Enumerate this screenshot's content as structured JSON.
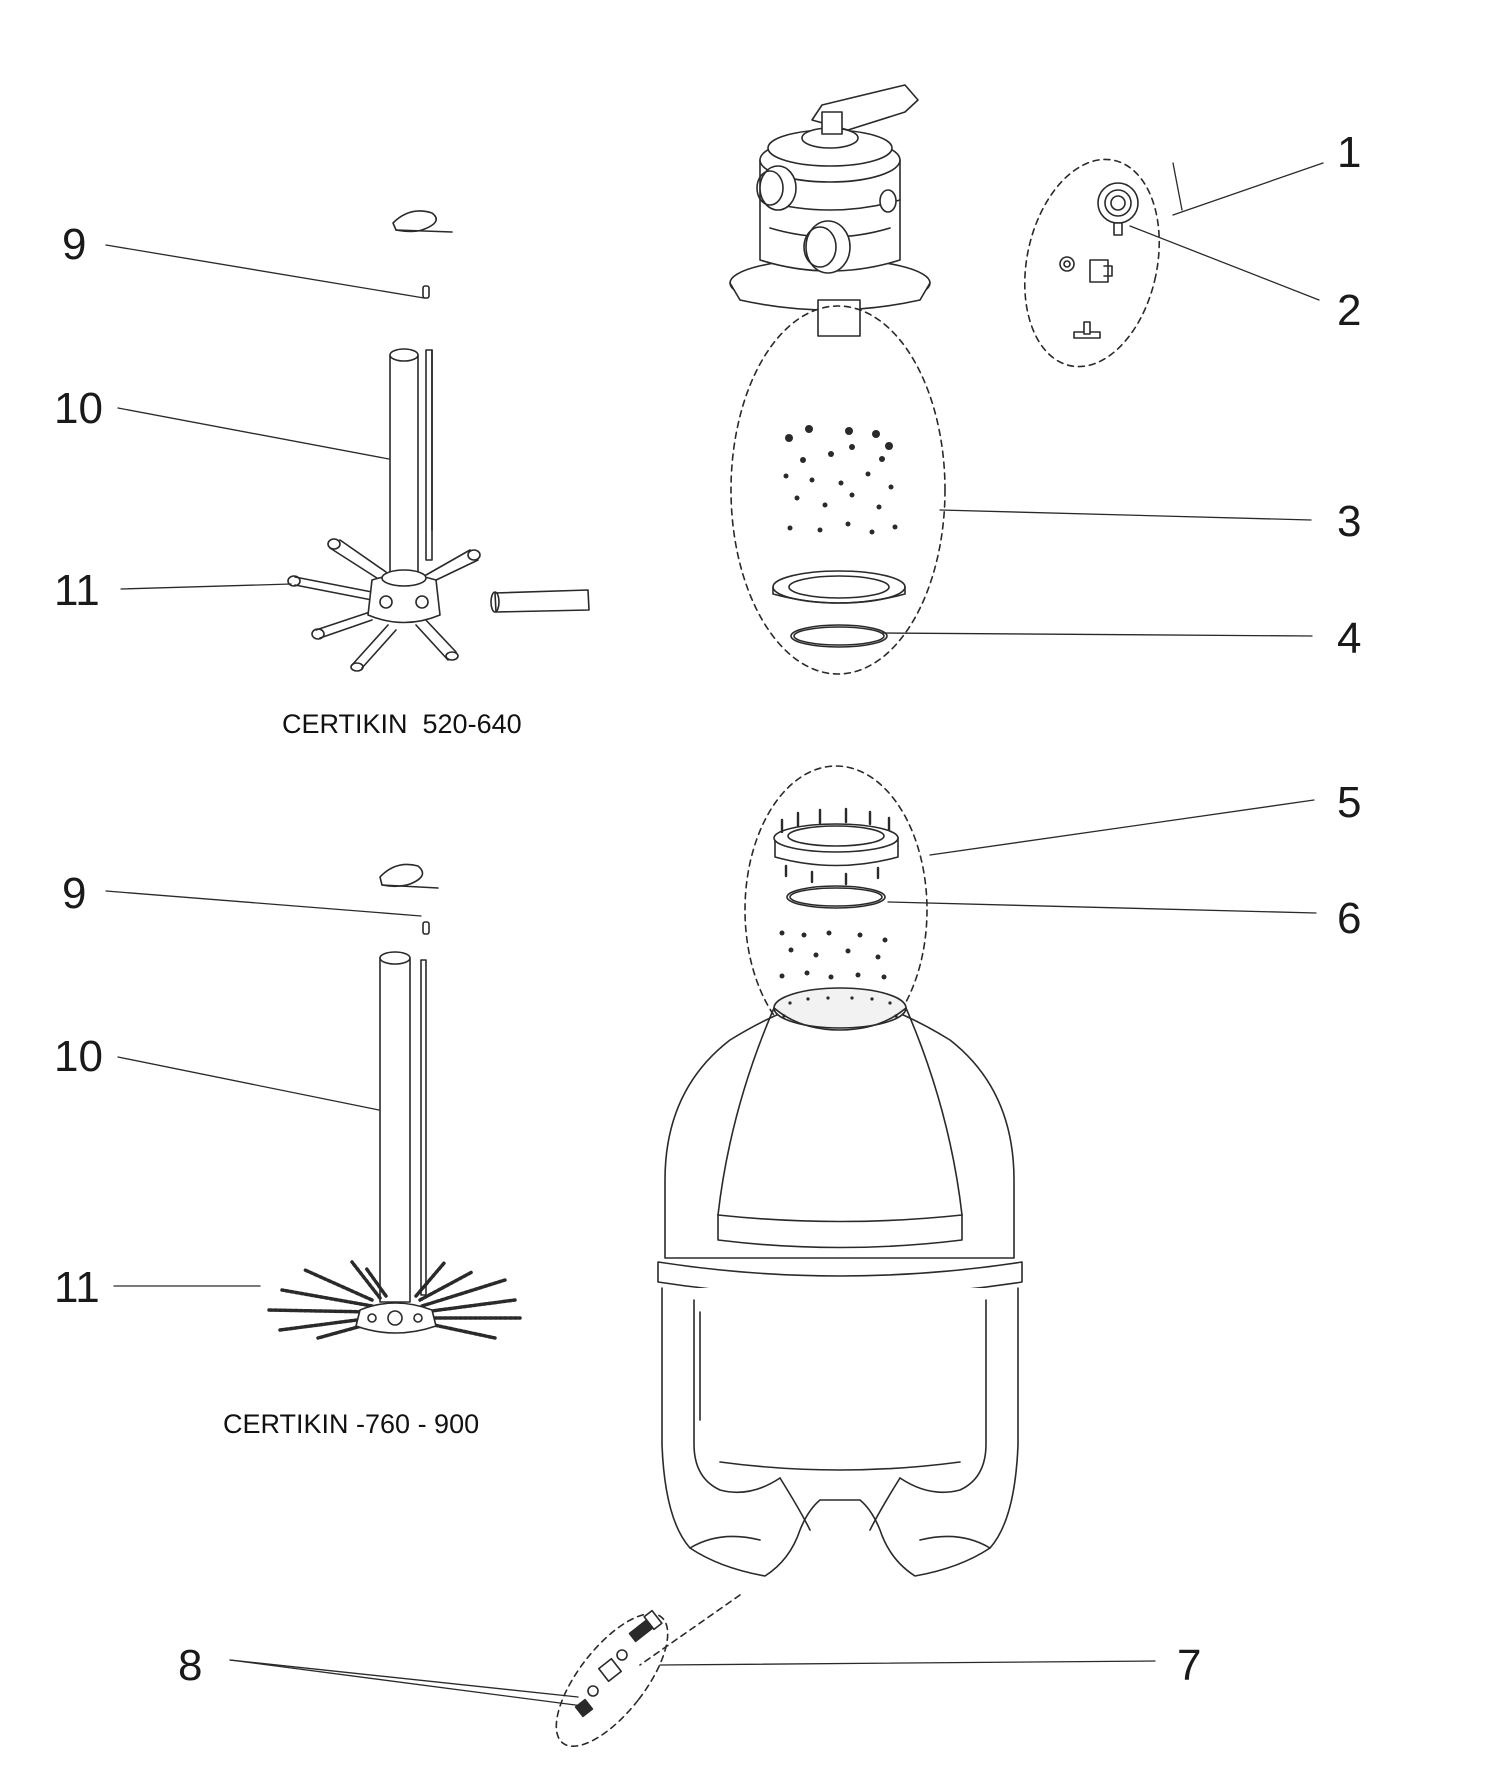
{
  "models": {
    "top": "CERTIKIN  520-640",
    "bottom": "CERTIKIN -760 - 900"
  },
  "callouts": {
    "c1": "1",
    "c2": "2",
    "c3": "3",
    "c4": "4",
    "c5": "5",
    "c6": "6",
    "c7": "7",
    "c8": "8",
    "c9a": "9",
    "c10a": "10",
    "c11a": "11",
    "c9b": "9",
    "c10b": "10",
    "c11b": "11"
  },
  "colors": {
    "line": "#2a2a2a",
    "fill": "#ffffff",
    "shade": "#f2f2f2"
  }
}
